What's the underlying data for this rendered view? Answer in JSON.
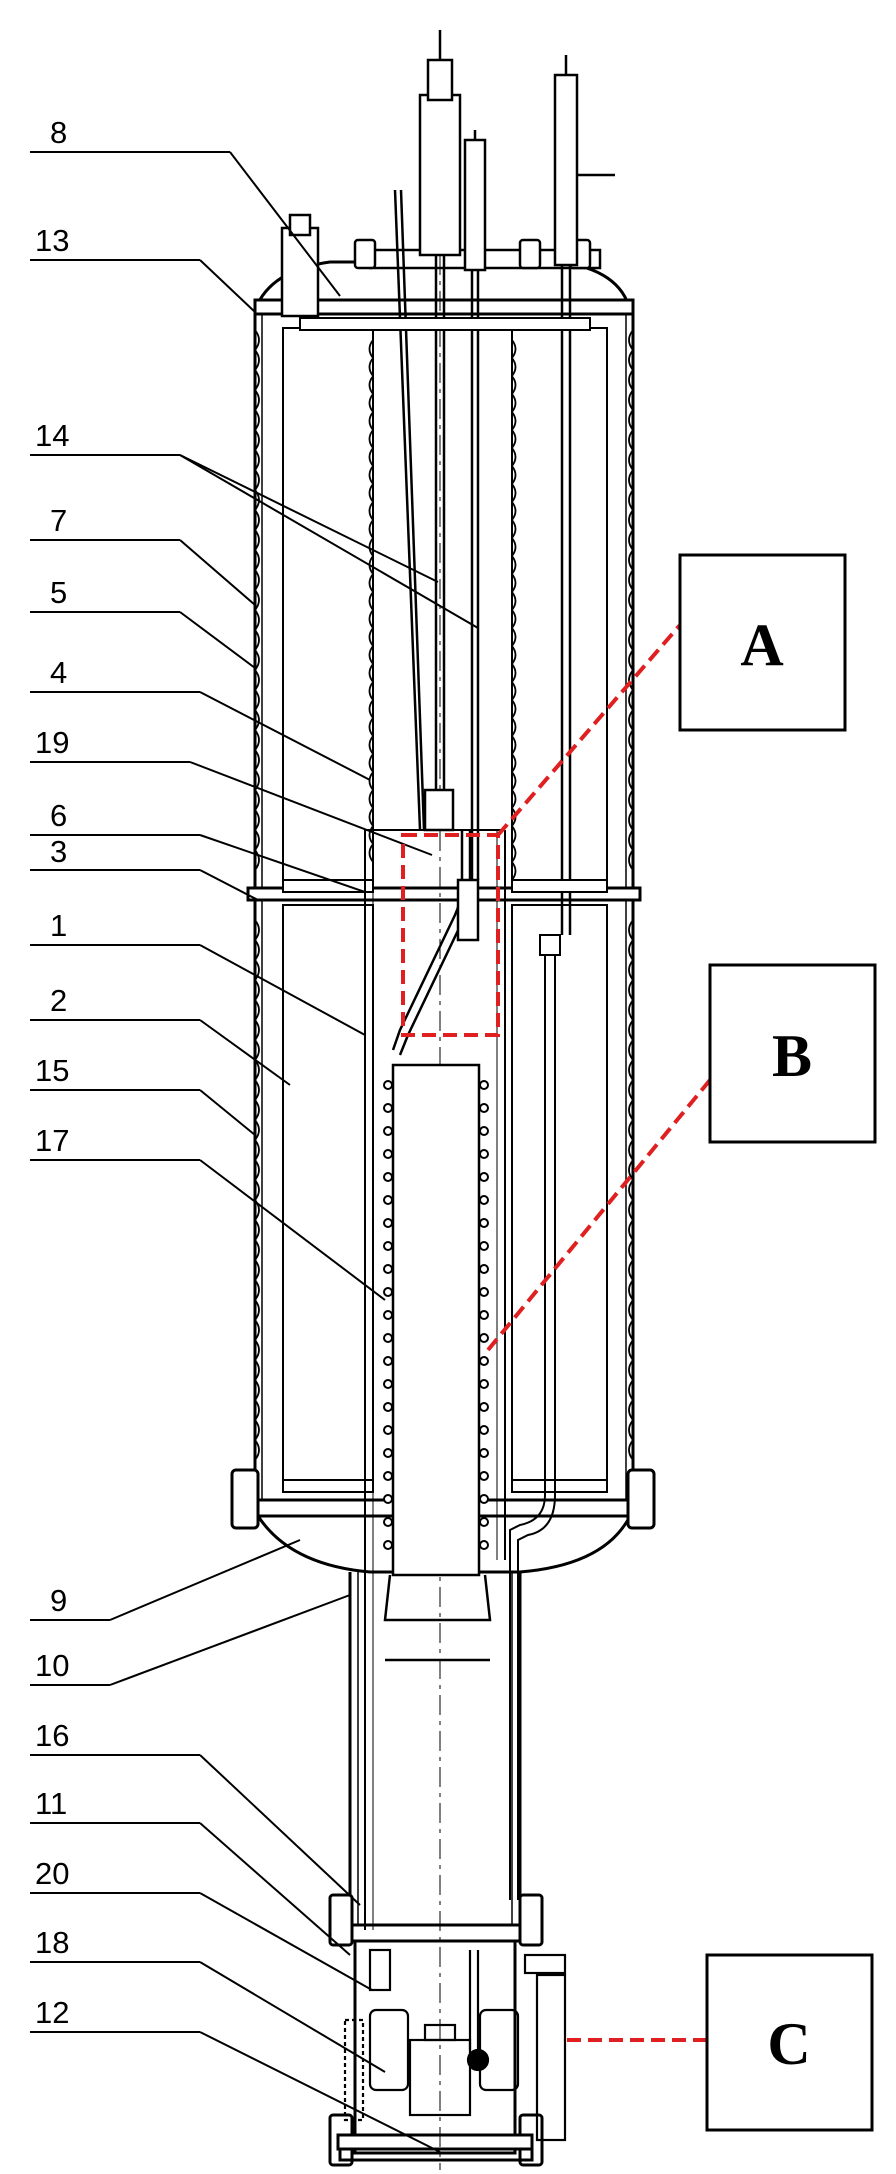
{
  "callouts": {
    "c8": "8",
    "c13": "13",
    "c14": "14",
    "c7": "7",
    "c5": "5",
    "c4": "4",
    "c19": "19",
    "c6": "6",
    "c3": "3",
    "c1": "1",
    "c2": "2",
    "c15": "15",
    "c17": "17",
    "c9": "9",
    "c10": "10",
    "c16": "16",
    "c11": "11",
    "c20": "20",
    "c18": "18",
    "c12": "12"
  },
  "detail_boxes": {
    "a": "A",
    "b": "B",
    "c": "C"
  },
  "colors": {
    "line": "#000000",
    "detail": "#e02020"
  }
}
